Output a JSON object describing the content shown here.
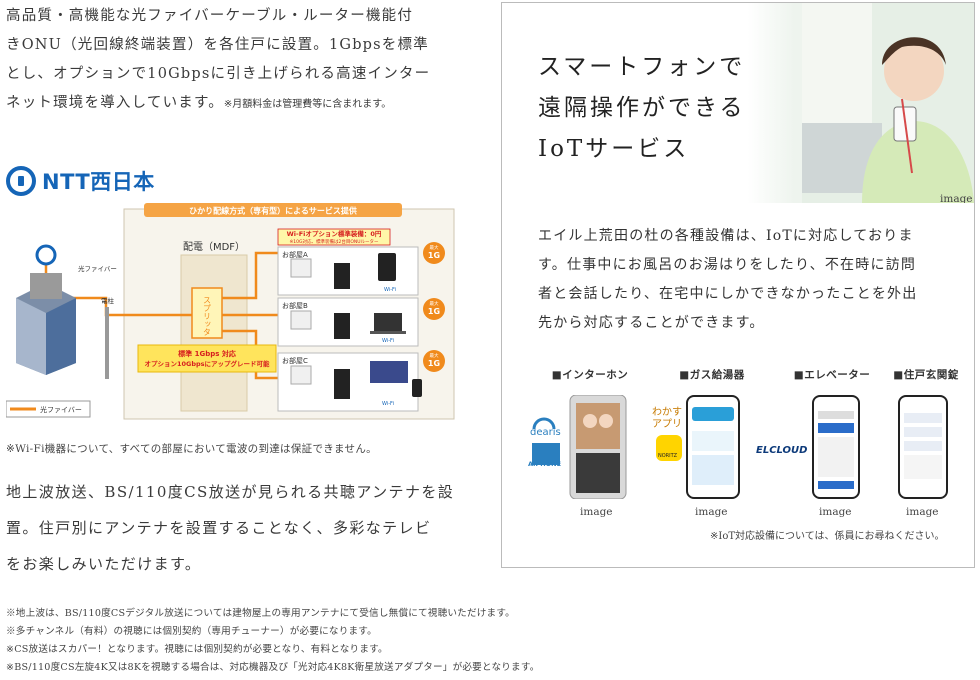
{
  "lead": {
    "line1": "高品質・高機能な光ファイバーケーブル・ルーター機能付",
    "line2": "きONU（光回線終端装置）を各住戸に設置。1Gbpsを標準",
    "line3": "とし、オプションで10Gbpsに引き上げられる高速インター",
    "line4": "ネット環境を導入しています。",
    "line4_note": "※月額料金は管理費等に含まれます。"
  },
  "ntt_logo": "NTT西日本",
  "diagram": {
    "header": "ひかり配線方式（専有型）によるサービス提供",
    "mdf": "配電（MDF）",
    "splitter": "スプリッタ",
    "fiber_label": "光ファイバー",
    "pole_label": "電柱",
    "legend": "光ファイバー",
    "wifi_option_title": "Wi-Fiオプション標準装備：0円",
    "wifi_option_sub": "※10G対応、標準装備は2台目ONUルーター",
    "standard_line1": "標準  1Gbps  対応",
    "standard_line2": "オプション10Gbpsにアップグレード可能",
    "rooms": [
      "お部屋A",
      "お部屋B",
      "お部屋C"
    ],
    "max_label": "最大",
    "speed": "1G",
    "wifi": "Wi-Fi"
  },
  "wifi_note": "※Wi-Fi機器について、すべての部屋において電波の到達は保証できません。",
  "para2": {
    "line1": "地上波放送、BS/110度CS放送が見られる共聴アンテナを設",
    "line2": "置。住戸別にアンテナを設置することなく、多彩なテレビ",
    "line3": "をお楽しみいただけます。"
  },
  "footnotes": [
    "※地上波は、BS/110度CSデジタル放送については建物屋上の専用アンテナにて受信し無償にて視聴いただけます。",
    "※多チャンネル（有料）の視聴には個別契約（専用チューナー）が必要になります。",
    "※CS放送はスカパー！となります。視聴には個別契約が必要となり、有料となります。",
    "※BS/110度CS左旋4K又は8Kを視聴する場合は、対応機器及び「光対応4K8K衛星放送アダプター」が必要となります。"
  ],
  "panel": {
    "title1": "スマートフォンで",
    "title2": "遠隔操作ができる",
    "title3": "IoTサービス",
    "image_caption": "image",
    "body1": "エイル上荒田の杜の各種設備は、IoTに対応しておりま",
    "body2": "す。仕事中にお風呂のお湯はりをしたり、不在時に訪問",
    "body3": "者と会話したり、在宅中にしかできなかったことを外出",
    "body4": "先から対応することができます。",
    "devices": [
      {
        "label": "■インターホン",
        "caption": "image",
        "brand1": "dearis",
        "brand2": "AIPHONE"
      },
      {
        "label": "■ガス給湯器",
        "caption": "image",
        "brand1": "わかす",
        "brand2": "アプリ",
        "brand3": "NORITZ"
      },
      {
        "label": "■エレベーター",
        "caption": "image",
        "brand1": "ELCLOUD"
      },
      {
        "label": "■住戸玄関錠",
        "caption": "image"
      }
    ],
    "iot_note": "※IoT対応設備については、係員にお尋ねください。"
  },
  "colors": {
    "ntt_blue": "#1565b7",
    "fiber_orange": "#f08a1c",
    "yellow": "#ffe45c",
    "red_text": "#d61f1f",
    "header_orange": "#f5a445"
  }
}
